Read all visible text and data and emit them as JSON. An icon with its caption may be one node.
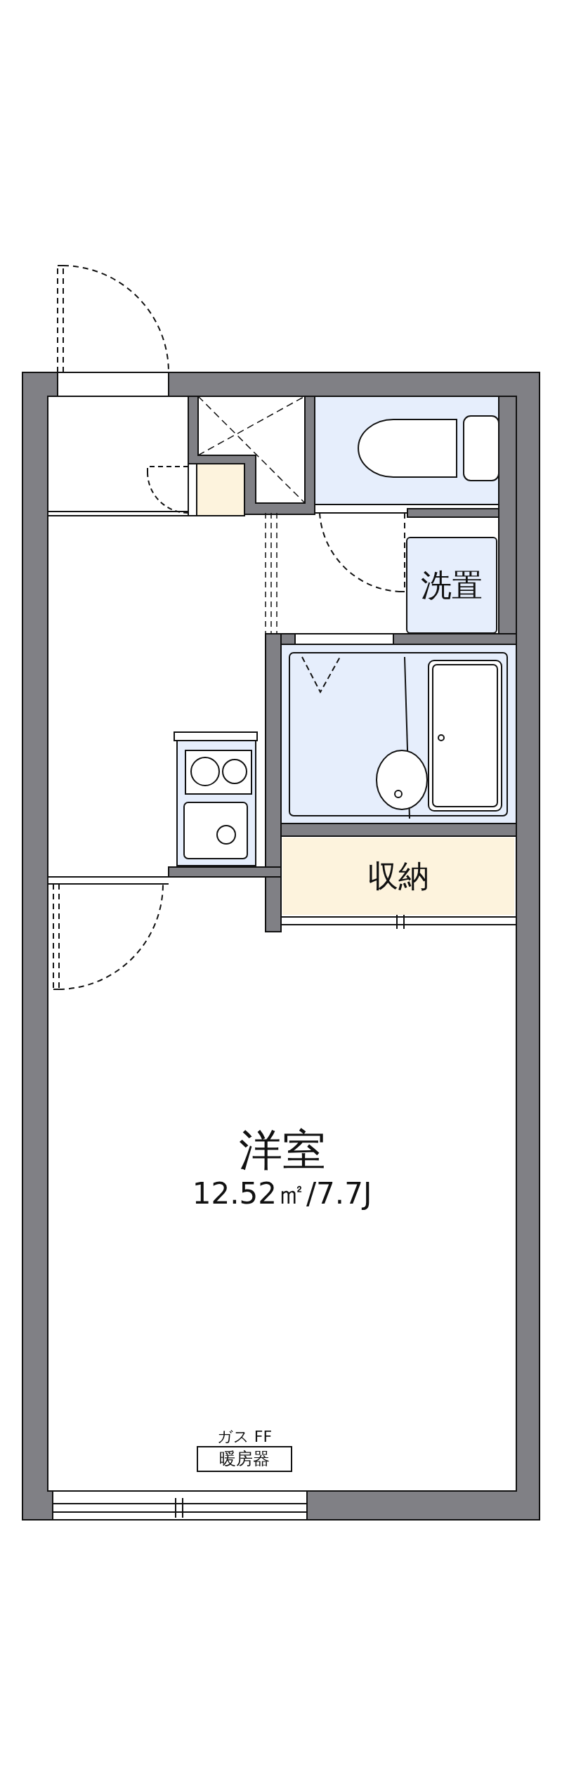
{
  "diagram": {
    "nodes": [
      {
        "text": [
          "洗置"
        ]
      },
      {
        "text": [
          "収納"
        ]
      },
      {
        "text": [
          "洋室",
          "12.52㎡/7.7J"
        ]
      },
      {
        "text": [
          "ガス FF",
          "暖房器"
        ],
        "in": 2
      }
    ]
  }
}
